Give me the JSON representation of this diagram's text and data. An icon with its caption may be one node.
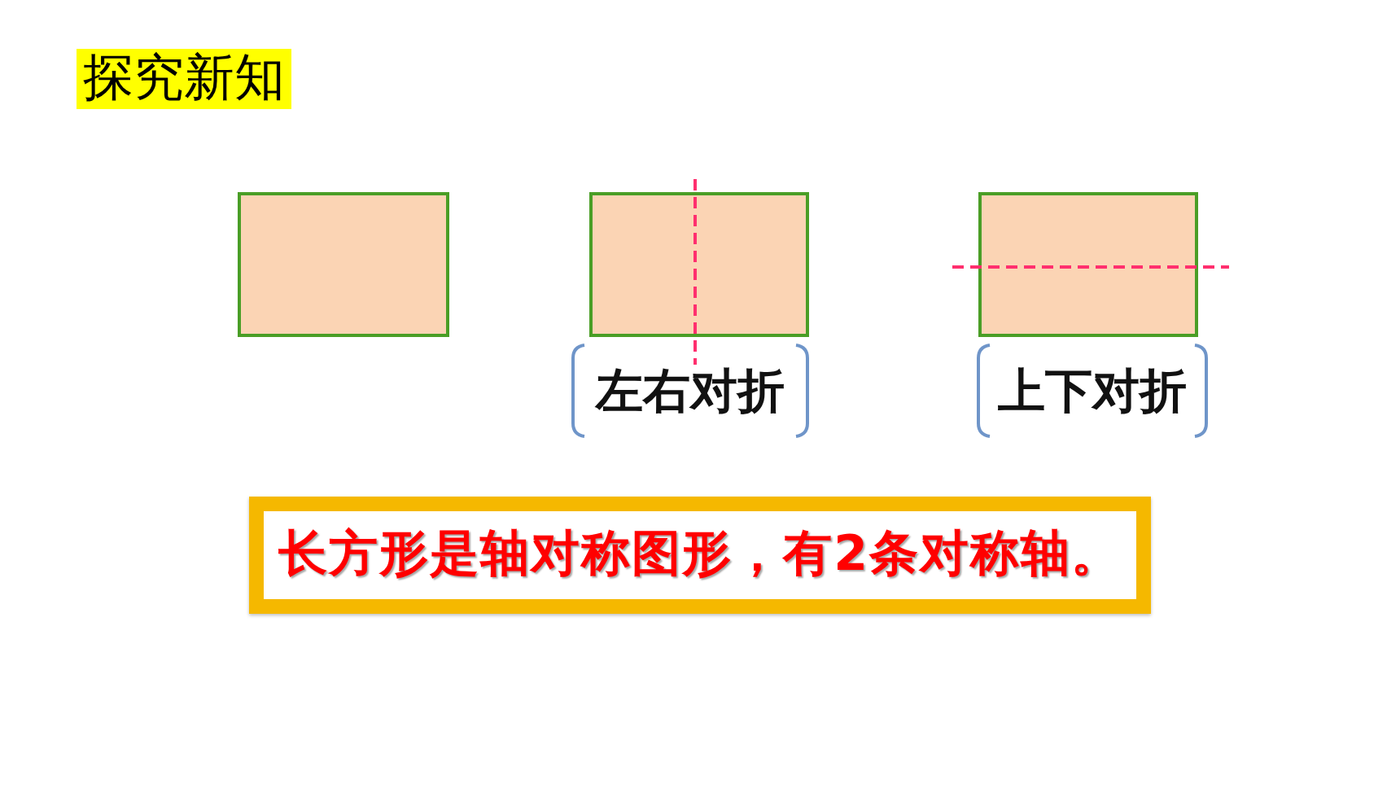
{
  "diagram": {
    "title": "探究新知",
    "nodes": [
      {
        "text": [],
        "shape": "box"
      },
      {
        "text": [],
        "shape": "box",
        "beside": [
          "左右对折"
        ]
      },
      {
        "text": [],
        "shape": "box",
        "beside": [
          "上下对折"
        ]
      },
      {
        "text": [
          "长方形是轴对称图形，有2条对称轴。"
        ]
      }
    ]
  }
}
